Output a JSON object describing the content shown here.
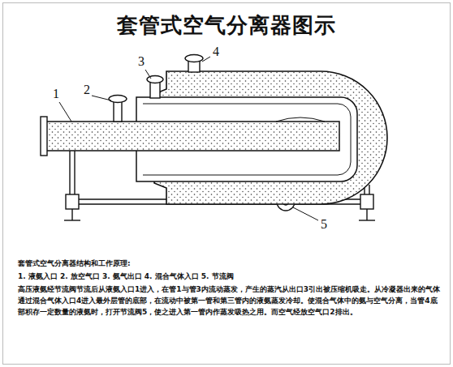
{
  "diagram": {
    "title": "套管式空气分离器图示",
    "labels": [
      "1",
      "2",
      "3",
      "4",
      "5",
      "套管式空气分离器结构和工作原理:",
      "1. 液氨入口 2. 放空气口 3. 氨气出口 4. 混合气体入口 5. 节流阀",
      "高压液氨经节流阀节流后从液氨入口1进入，在管1与管3内流动蒸发，产生的蒸汽从出口3引出被压缩机吸走。从冷凝器出来的气体通过混合气体入口4进入最外层管的底部，在流动中被第一管和第三管内的液氨蒸发冷却。使混合气体中的氨与空气分离，当管4底部积存一定数量的液氨时，打开节流阀5，使之进入第一管内作蒸发吸热之用。而空气经放空气口2排出。"
    ]
  }
}
